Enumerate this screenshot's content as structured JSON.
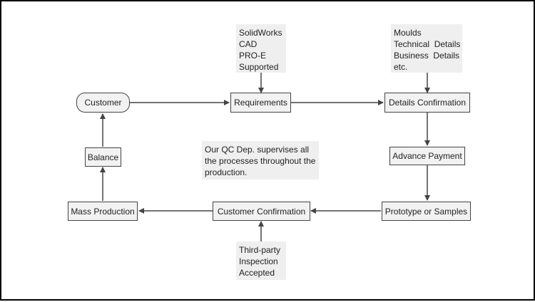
{
  "nodes": {
    "customer": "Customer",
    "requirements": "Requirements",
    "details_confirmation": "Details Confirmation",
    "advance_payment": "Advance Payment",
    "prototype_samples": "Prototype or Samples",
    "customer_confirmation": "Customer Confirmation",
    "mass_production": "Mass Production",
    "balance": "Balance"
  },
  "notes": {
    "software": [
      "SolidWorks",
      "CAD",
      "PRO-E",
      "Supported"
    ],
    "details": [
      "Moulds",
      "Technical  Details",
      "Business  Details",
      "etc."
    ],
    "qc": [
      "Our QC Dep. supervises all",
      "the processes throughout the",
      "production."
    ],
    "inspection": [
      "Third-party",
      "Inspection",
      "Accepted"
    ]
  },
  "colors": {
    "node_fill": "#f2f2f2",
    "note_fill": "#efefef",
    "stroke": "#444444",
    "frame_border": "#000000"
  }
}
